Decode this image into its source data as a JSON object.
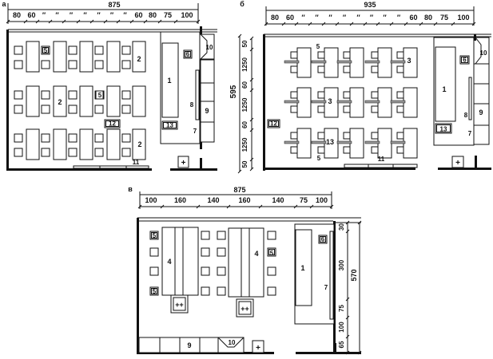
{
  "panels": {
    "a": {
      "label": "а",
      "total": "875",
      "dims": [
        "80",
        "60",
        "″",
        "″",
        "″",
        "″",
        "″",
        "″",
        "″",
        "60",
        "80",
        "75",
        "100"
      ],
      "height_total": "595",
      "callouts": [
        "5",
        "2",
        "6",
        "10",
        "1",
        "2",
        "5",
        "8",
        "9",
        "12",
        "13",
        "7",
        "2",
        "11"
      ]
    },
    "b": {
      "label": "б",
      "total": "935",
      "dims": [
        "80",
        "60",
        "″",
        "″",
        "″",
        "″",
        "″",
        "″",
        "″",
        "″",
        "60",
        "80",
        "75",
        "100"
      ],
      "vdims": [
        "50",
        "1250",
        "60",
        "1250",
        "60",
        "1250",
        "50"
      ],
      "callouts": [
        "5",
        "3",
        "6",
        "10",
        "1",
        "3",
        "8",
        "9",
        "12",
        "13",
        "13",
        "7",
        "5",
        "11"
      ]
    },
    "c": {
      "label": "в",
      "total": "875",
      "dims": [
        "100",
        "160",
        "140",
        "160",
        "140",
        "75",
        "100"
      ],
      "vdims": [
        "30",
        "300",
        "75",
        "100",
        "65"
      ],
      "height_total": "570",
      "callouts": [
        "5",
        "4",
        "4",
        "5",
        "5",
        "1",
        "6",
        "7",
        "9",
        "10"
      ],
      "sink_mark": "++",
      "cross_mark": "+"
    },
    "colors": {
      "ink": "#111111",
      "screen": "#999999",
      "paper": "#ffffff"
    }
  }
}
